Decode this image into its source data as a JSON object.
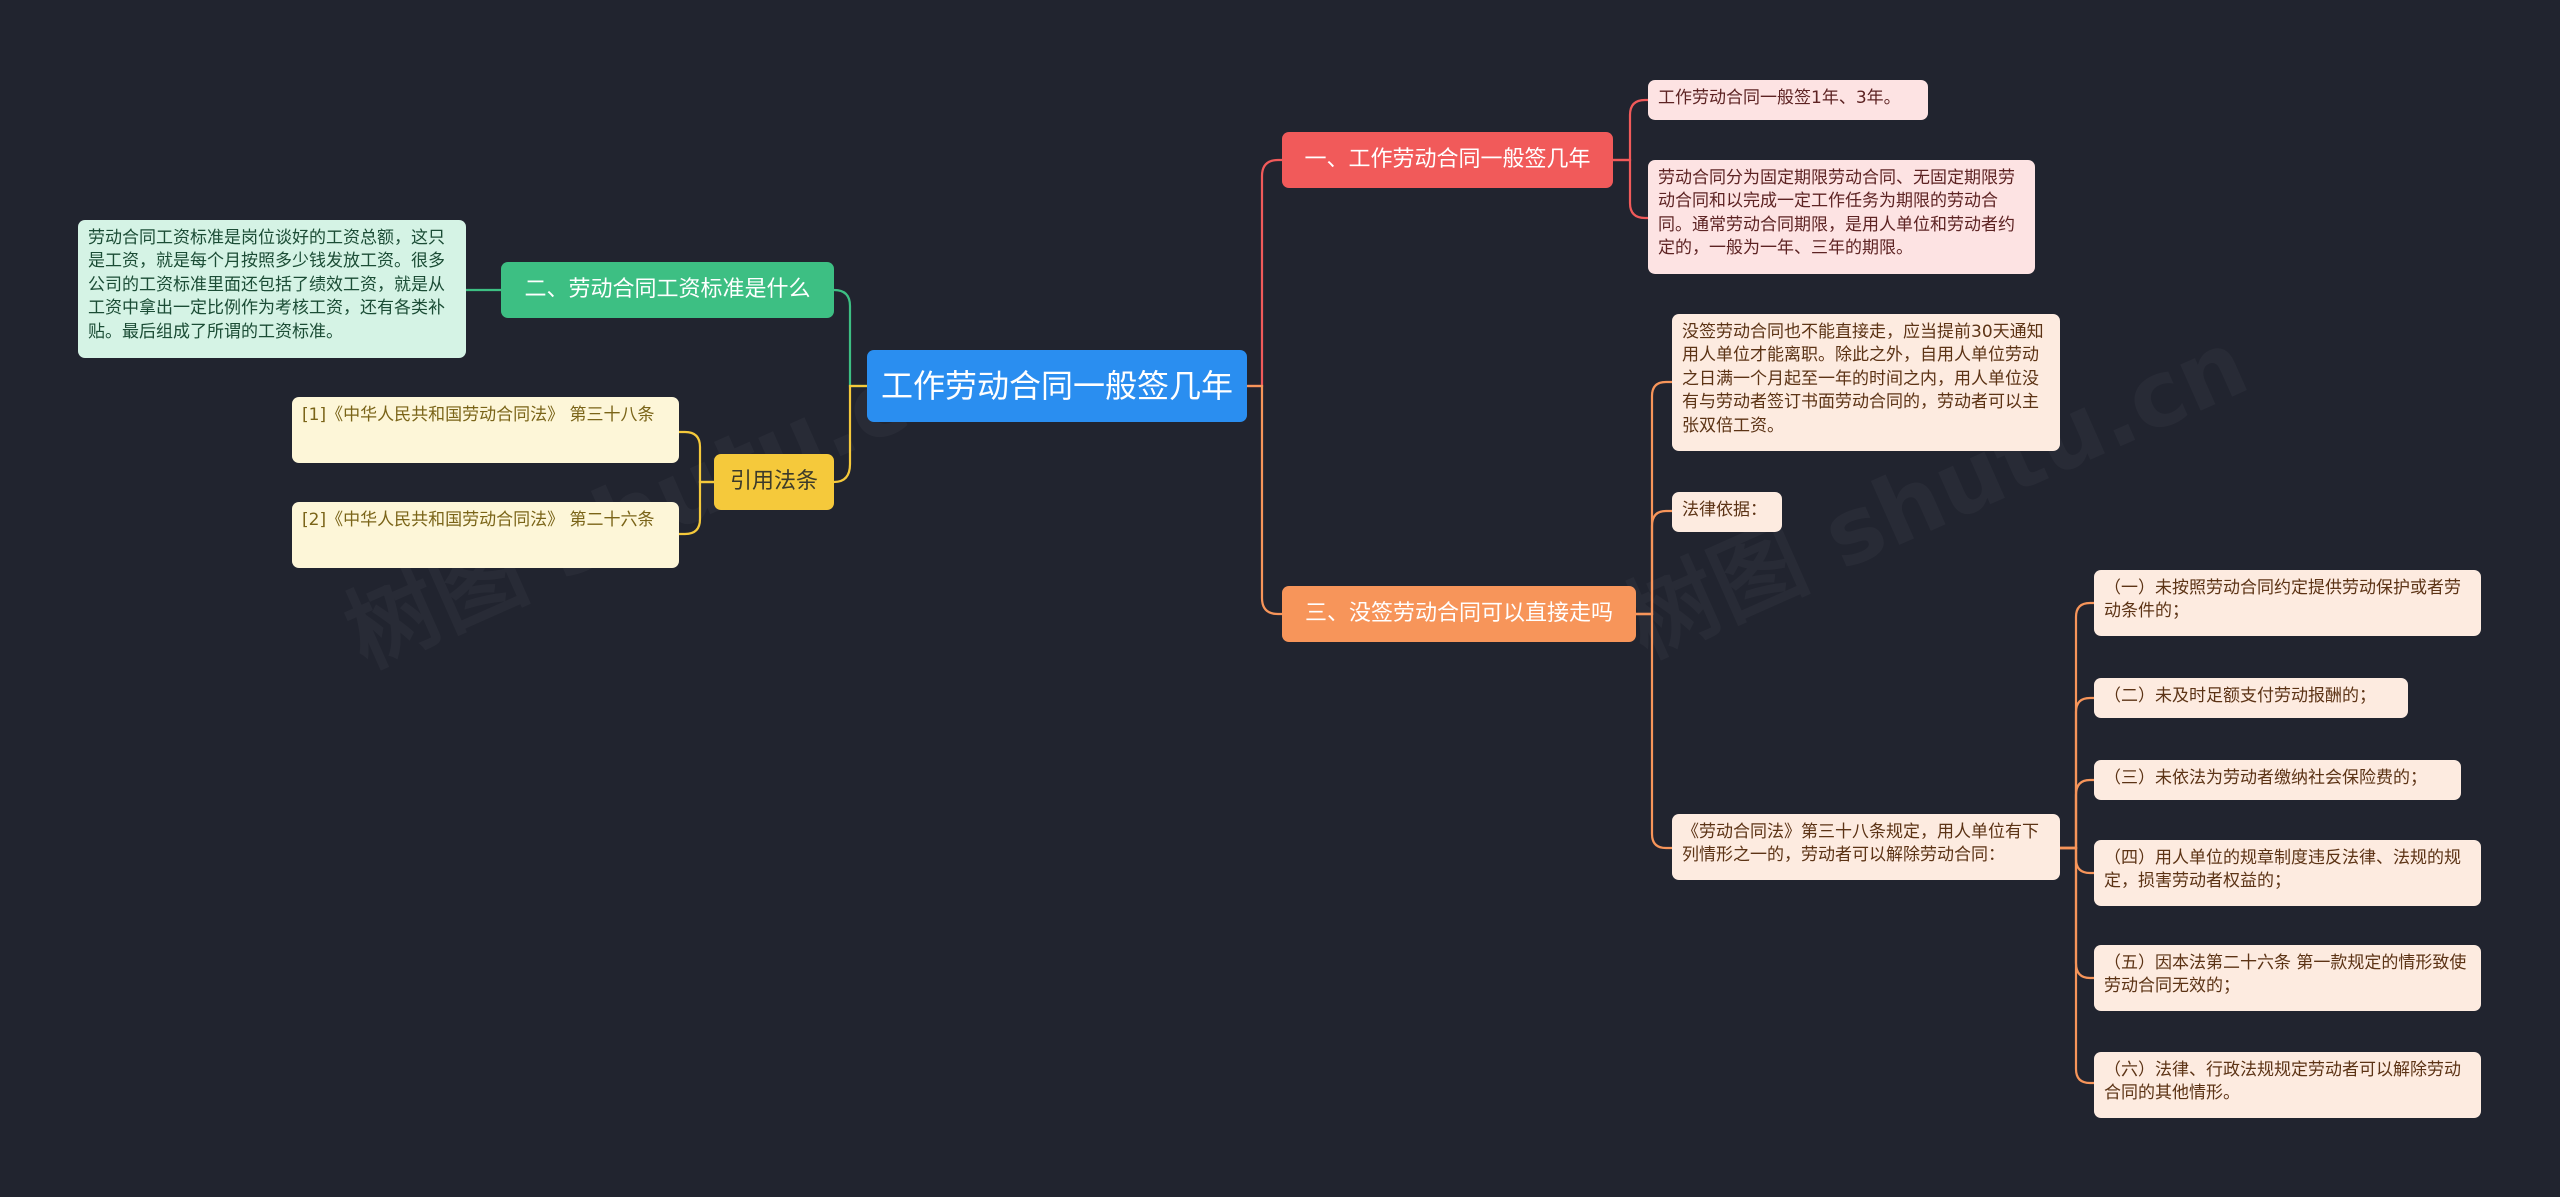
{
  "mindmap": {
    "root": "工作劳动合同一般签几年",
    "branches": {
      "b1": {
        "title": "一、工作劳动合同一般签几年",
        "leaves": [
          "工作劳动合同一般签1年、3年。",
          "劳动合同分为固定期限劳动合同、无固定期限劳动合同和以完成一定工作任务为期限的劳动合同。通常劳动合同期限，是用人单位和劳动者约定的，一般为一年、三年的期限。"
        ]
      },
      "b2": {
        "title": "二、劳动合同工资标准是什么",
        "leaves": [
          "劳动合同工资标准是岗位谈好的工资总额，这只是工资，就是每个月按照多少钱发放工资。很多公司的工资标准里面还包括了绩效工资，就是从工资中拿出一定比例作为考核工资，还有各类补贴。最后组成了所谓的工资标准。"
        ]
      },
      "b3": {
        "title": "三、没签劳动合同可以直接走吗",
        "leaves": [
          "没签劳动合同也不能直接走，应当提前30天通知用人单位才能离职。除此之外，自用人单位劳动之日满一个月起至一年的时间之内，用人单位没有与劳动者签订书面劳动合同的，劳动者可以主张双倍工资。",
          "法律依据：",
          "《劳动合同法》第三十八条规定，用人单位有下列情形之一的，劳动者可以解除劳动合同："
        ],
        "subleaves": [
          "（一）未按照劳动合同约定提供劳动保护或者劳动条件的；",
          "（二）未及时足额支付劳动报酬的；",
          "（三）未依法为劳动者缴纳社会保险费的；",
          "（四）用人单位的规章制度违反法律、法规的规定，损害劳动者权益的；",
          "（五）因本法第二十六条 第一款规定的情形致使劳动合同无效的；",
          "（六）法律、行政法规规定劳动者可以解除劳动合同的其他情形。"
        ]
      },
      "b4": {
        "title": "引用法条",
        "leaves": [
          "[1]《中华人民共和国劳动合同法》 第三十八条",
          "[2]《中华人民共和国劳动合同法》 第二十六条"
        ]
      }
    }
  },
  "colors": {
    "background": "#21242f",
    "root": "#2a8ef0",
    "branch1": "#f15a5a",
    "branch2": "#3dbf83",
    "branch3": "#f7955a",
    "branch4": "#f5c93b"
  }
}
